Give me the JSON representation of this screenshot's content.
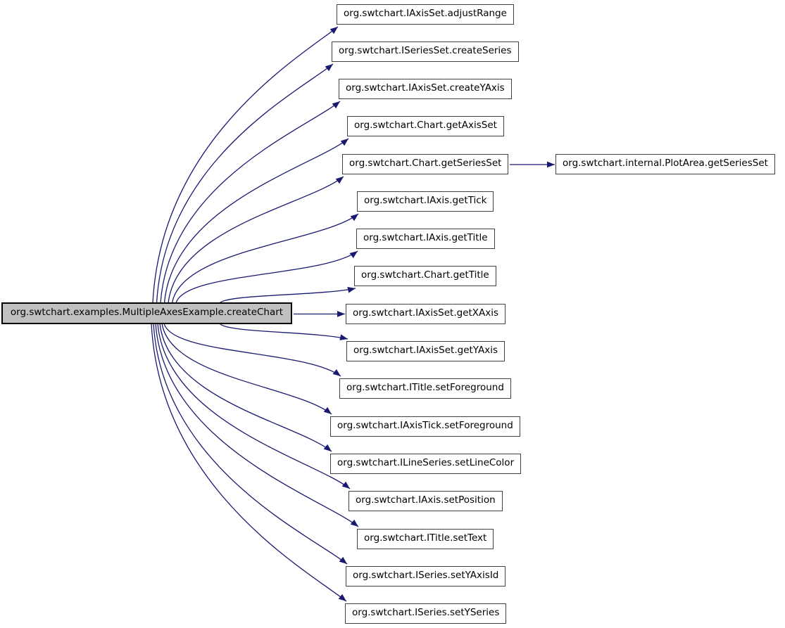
{
  "diagram": {
    "type": "call-graph",
    "source_node": {
      "label": "org.swtchart.examples.MultipleAxesExample.createChart"
    },
    "called_functions": [
      "org.swtchart.IAxisSet.adjustRange",
      "org.swtchart.ISeriesSet.createSeries",
      "org.swtchart.IAxisSet.createYAxis",
      "org.swtchart.Chart.getAxisSet",
      "org.swtchart.Chart.getSeriesSet",
      "org.swtchart.IAxis.getTick",
      "org.swtchart.IAxis.getTitle",
      "org.swtchart.Chart.getTitle",
      "org.swtchart.IAxisSet.getXAxis",
      "org.swtchart.IAxisSet.getYAxis",
      "org.swtchart.ITitle.setForeground",
      "org.swtchart.IAxisTick.setForeground",
      "org.swtchart.ILineSeries.setLineColor",
      "org.swtchart.IAxis.setPosition",
      "org.swtchart.ITitle.setText",
      "org.swtchart.ISeries.setYAxisId",
      "org.swtchart.ISeries.setYSeries"
    ],
    "nested_call": {
      "caller": "org.swtchart.Chart.getSeriesSet",
      "callee": "org.swtchart.internal.PlotArea.getSeriesSet"
    },
    "colors": {
      "edge": "#191970",
      "node_fill": "#ffffff",
      "node_border": "#404040",
      "source_fill": "#c0c0c0",
      "source_border": "#000000",
      "text": "#000000",
      "background": "#ffffff"
    }
  }
}
